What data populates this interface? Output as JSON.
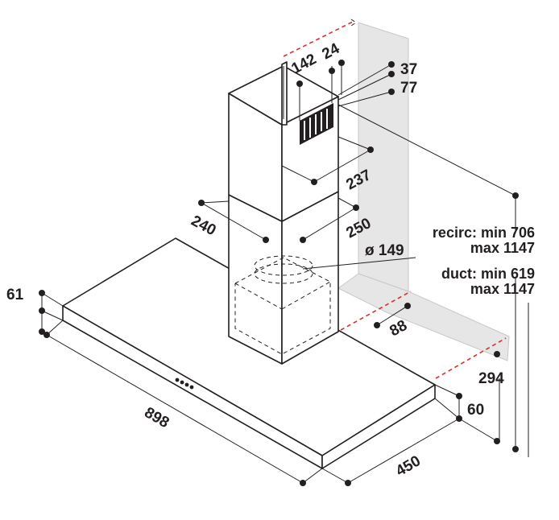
{
  "colors": {
    "outline": "#231f20",
    "wall": "#e6e6e6",
    "extension_line": "#d8302b"
  },
  "dimensions": {
    "chimney_offset_142": "142",
    "chimney_offset_24": "24",
    "top_37": "37",
    "top_77": "77",
    "chimney_depth_237": "237",
    "chimney_width_240": "240",
    "chimney_width_250": "250",
    "outlet_diameter": "ø 149",
    "recirc_line1": "recirc: min 706",
    "recirc_line2": "max 1147",
    "duct_line1": "duct: min 619",
    "duct_line2": "max 1147",
    "wall_offset_88": "88",
    "hood_thickness_61": "61",
    "hood_width_898": "898",
    "hood_depth_450": "450",
    "hood_height_60": "60",
    "wall_depth_294": "294"
  }
}
